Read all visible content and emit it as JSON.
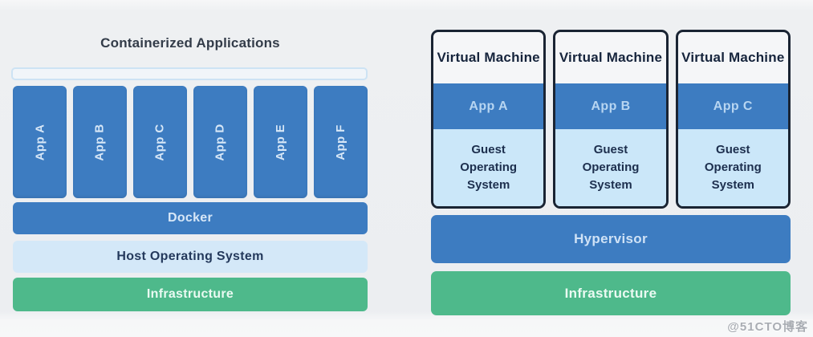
{
  "left": {
    "title": "Containerized Applications",
    "apps": [
      "App A",
      "App B",
      "App C",
      "App D",
      "App E",
      "App F"
    ],
    "docker": "Docker",
    "host_os": "Host Operating System",
    "infrastructure": "Infrastructure"
  },
  "right": {
    "vms": [
      {
        "title": "Virtual Machine",
        "app": "App A",
        "guest_os": "Guest Operating System"
      },
      {
        "title": "Virtual Machine",
        "app": "App B",
        "guest_os": "Guest Operating System"
      },
      {
        "title": "Virtual Machine",
        "app": "App C",
        "guest_os": "Guest Operating System"
      }
    ],
    "hypervisor": "Hypervisor",
    "infrastructure": "Infrastructure"
  },
  "watermark": "@51CTO博客",
  "colors": {
    "blue": "#3d7cc1",
    "light_blue_bar": "#d4e8f8",
    "guest_blue": "#cbe7f9",
    "green": "#4eb98b",
    "vm_border": "#1a2433",
    "background": "#eceef1",
    "dark_text": "#16243c"
  }
}
